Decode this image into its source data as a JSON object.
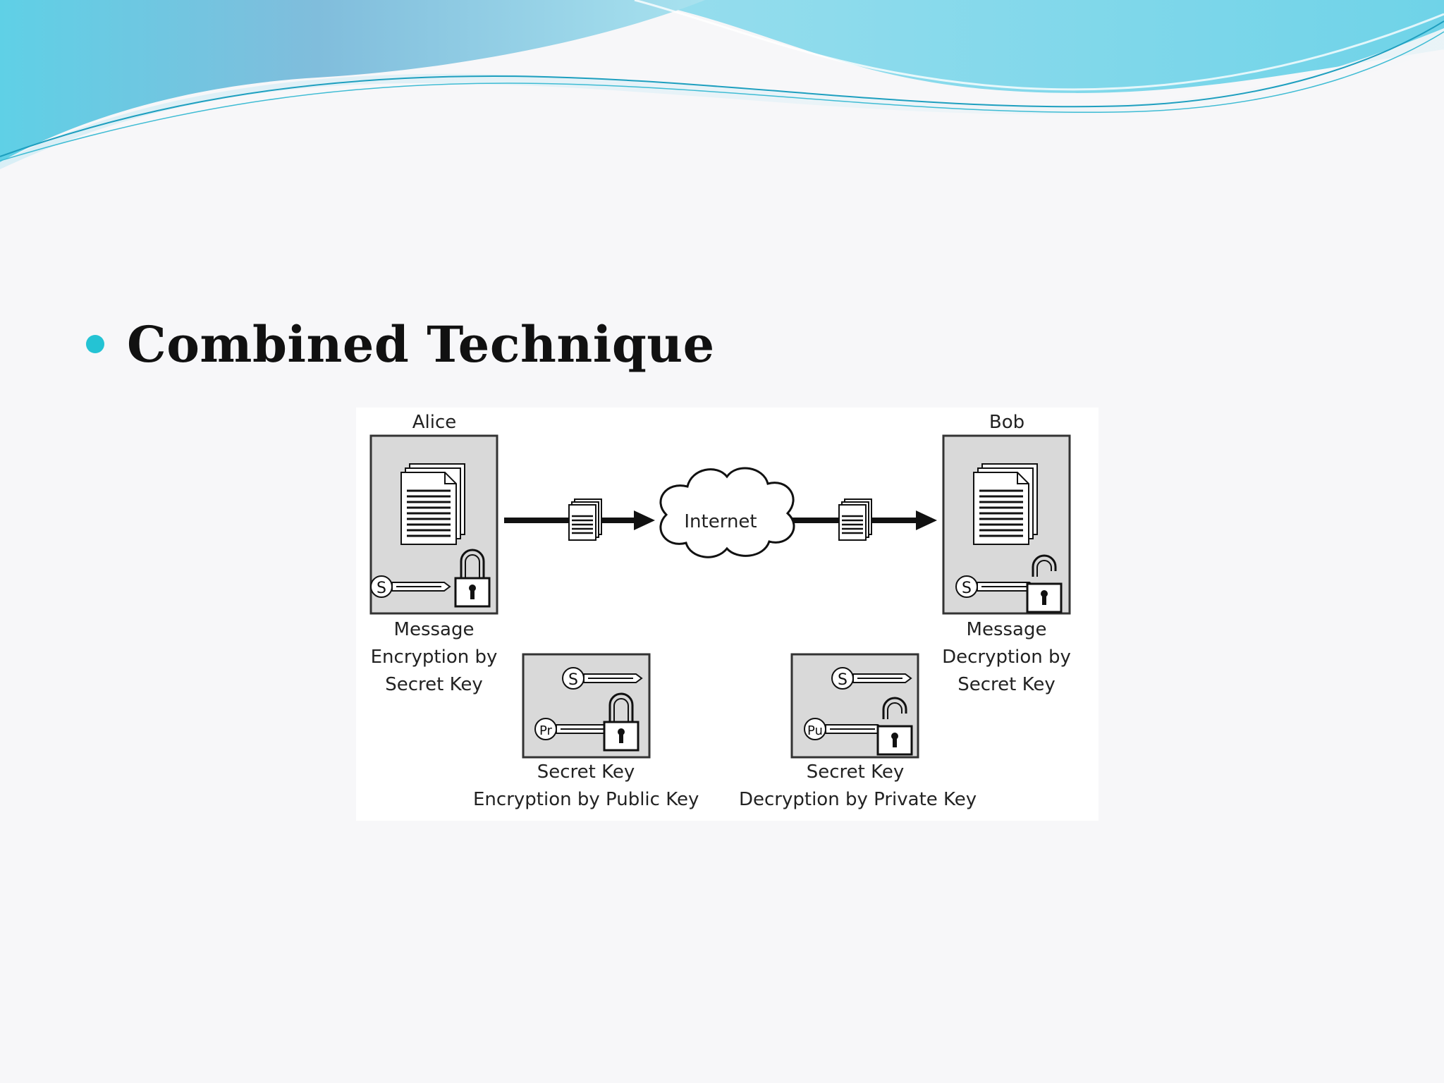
{
  "slide": {
    "bullet": "Combined Technique"
  },
  "diagram": {
    "sender_label": "Alice",
    "receiver_label": "Bob",
    "network_label": "Internet",
    "sender_caption": [
      "Message",
      "Encryption by",
      "Secret Key"
    ],
    "receiver_caption": [
      "Message",
      "Decryption by",
      "Secret Key"
    ],
    "key_encrypt_caption": [
      "Secret Key",
      "Encryption by Public Key"
    ],
    "key_decrypt_caption": [
      "Secret Key",
      "Decryption by Private Key"
    ],
    "key_symbols": {
      "secret": "S",
      "private": "Pr",
      "public": "Pu"
    }
  },
  "colors": {
    "accent": "#24c3d4",
    "box_fill": "#d9d9d9",
    "stroke": "#111111"
  }
}
